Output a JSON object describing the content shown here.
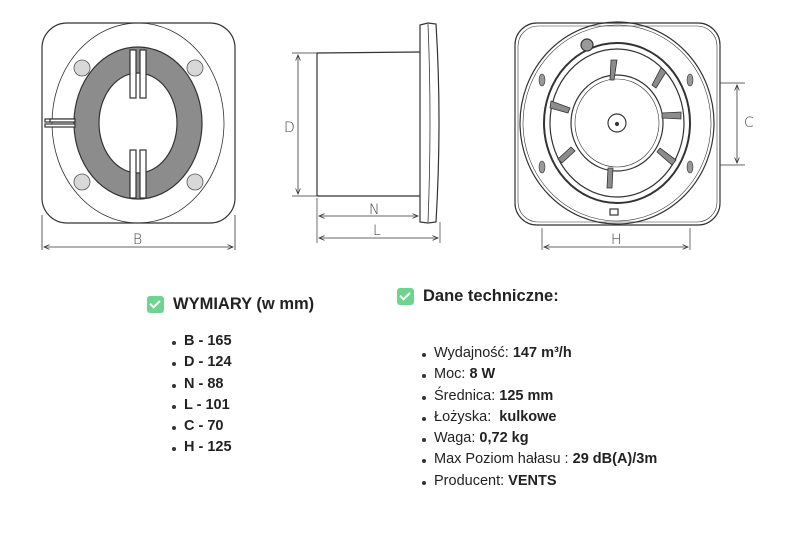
{
  "drawings": {
    "front_labels": {
      "b": "B"
    },
    "side_labels": {
      "d": "D",
      "n": "N",
      "l": "L"
    },
    "rear_labels": {
      "c": "C",
      "h": "H"
    }
  },
  "dimensions": {
    "heading": "WYMIARY (w mm)",
    "items": [
      "B - 165",
      "D - 124",
      "N - 88",
      "L - 101",
      "C - 70",
      "H - 125"
    ]
  },
  "tech": {
    "heading": "Dane techniczne:",
    "items": [
      {
        "label": "Wydajność: ",
        "value": "147 m³/h"
      },
      {
        "label": "Moc: ",
        "value": "8 W"
      },
      {
        "label": "Średnica: ",
        "value": "125 mm"
      },
      {
        "label": "Łożyska:  ",
        "value": "kulkowe"
      },
      {
        "label": "Waga: ",
        "value": "0,72 kg"
      },
      {
        "label": "Max Poziom hałasu : ",
        "value": "29 dB(A)/3m"
      },
      {
        "label": "Producent: ",
        "value": "VENTS"
      }
    ]
  }
}
